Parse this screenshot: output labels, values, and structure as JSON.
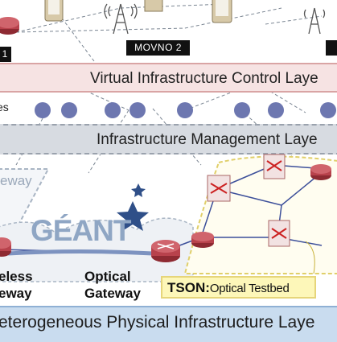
{
  "layers": {
    "virtual": "Virtual Infrastructure Control Laye",
    "management": "Infrastructure Management Laye",
    "physical": "eterogeneous Physical Infrastructure Laye"
  },
  "top": {
    "movno_left": "1",
    "movno_center": "MOVNO 2"
  },
  "ves_label": "es",
  "gateways": {
    "wireless_line1": "eless",
    "wireless_line2": "eway",
    "optical_line1": "Optical",
    "optical_line2": "Gateway"
  },
  "geant": "GÉANT",
  "tson": {
    "bold": "TSON:",
    "light": "Optical Testbed"
  },
  "colors": {
    "virtual_band": "#f6e3e3",
    "management_band": "#d7dbe1",
    "physical_band": "#c9dcef",
    "vi_node": "#6d77b0",
    "tson_box": "#fdf7b9",
    "router": "#b8424c"
  }
}
